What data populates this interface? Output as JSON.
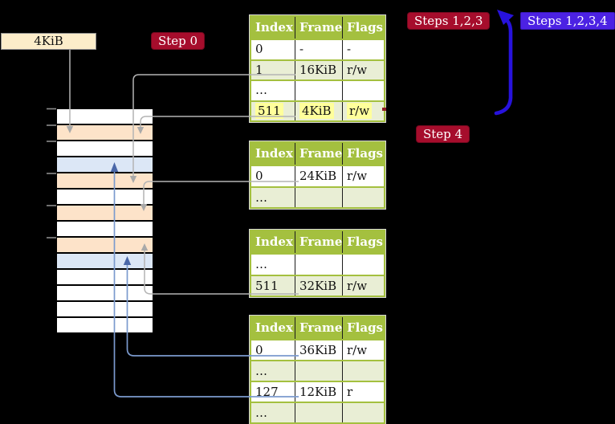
{
  "cr3_box": {
    "label": "4KiB"
  },
  "step_labels": {
    "step0": "Step 0",
    "steps123": "Steps 1,2,3",
    "step4": "Step 4",
    "steps1234": "Steps 1,2,3,4"
  },
  "tables": [
    {
      "id": "page-table-level4",
      "headers": [
        "Index",
        "Frame",
        "Flags"
      ],
      "rows": [
        {
          "cells": [
            "0",
            "-",
            "-"
          ],
          "shaded": false,
          "highlight": false
        },
        {
          "cells": [
            "1",
            "16KiB",
            "r/w"
          ],
          "shaded": true,
          "highlight": false
        },
        {
          "cells": [
            "…",
            "",
            ""
          ],
          "shaded": false,
          "highlight": false
        },
        {
          "cells": [
            "511",
            "4KiB",
            "r/w"
          ],
          "shaded": true,
          "highlight": true
        }
      ]
    },
    {
      "id": "page-table-level3",
      "headers": [
        "Index",
        "Frame",
        "Flags"
      ],
      "rows": [
        {
          "cells": [
            "0",
            "24KiB",
            "r/w"
          ],
          "shaded": false,
          "highlight": false
        },
        {
          "cells": [
            "…",
            "",
            ""
          ],
          "shaded": true,
          "highlight": false
        }
      ]
    },
    {
      "id": "page-table-level2",
      "headers": [
        "Index",
        "Frame",
        "Flags"
      ],
      "rows": [
        {
          "cells": [
            "…",
            "",
            ""
          ],
          "shaded": false,
          "highlight": false
        },
        {
          "cells": [
            "511",
            "32KiB",
            "r/w"
          ],
          "shaded": true,
          "highlight": false
        }
      ]
    },
    {
      "id": "page-table-level1",
      "headers": [
        "Index",
        "Frame",
        "Flags"
      ],
      "rows": [
        {
          "cells": [
            "0",
            "36KiB",
            "r/w"
          ],
          "shaded": false,
          "highlight": false
        },
        {
          "cells": [
            "…",
            "",
            ""
          ],
          "shaded": true,
          "highlight": false
        },
        {
          "cells": [
            "127",
            "12KiB",
            "r"
          ],
          "shaded": false,
          "highlight": false
        },
        {
          "cells": [
            "…",
            "",
            ""
          ],
          "shaded": true,
          "highlight": false
        }
      ]
    }
  ],
  "memory_strip": {
    "rows": [
      "free",
      "page-table",
      "free",
      "mapped-page",
      "page-table",
      "free",
      "page-table",
      "free",
      "page-table",
      "mapped-page",
      "free",
      "free",
      "free",
      "free"
    ]
  },
  "connections": [
    {
      "from": "cr3-4KiB-box",
      "to": "memory-row-4KiB",
      "color": "gray"
    },
    {
      "from": "level4-entry-1",
      "to": "memory-row-16KiB",
      "color": "gray"
    },
    {
      "from": "level4-entry-511",
      "to": "memory-row-4KiB",
      "color": "gray"
    },
    {
      "from": "level3-entry-0",
      "to": "memory-row-24KiB",
      "color": "gray"
    },
    {
      "from": "level2-entry-511",
      "to": "memory-row-32KiB",
      "color": "gray"
    },
    {
      "from": "level1-entry-0",
      "to": "memory-row-36KiB",
      "color": "blue"
    },
    {
      "from": "level1-entry-127",
      "to": "memory-row-12KiB",
      "color": "blue"
    }
  ],
  "colors": {
    "table_header_bg": "#a4c03f",
    "table_row_alt_bg": "#e9eed5",
    "highlight_bg": "#ffff9b",
    "memory_page_table": "#fde3c9",
    "memory_mapped_page": "#dce7f6",
    "badge_red_bg": "#a60d2c",
    "badge_purple_bg": "#4c22e3",
    "big_arrow_blue": "#2712dc",
    "connector_gray": "#b4b4b4",
    "connector_blue": "#7b9ace",
    "cr3_box_bg": "#fcedca"
  }
}
